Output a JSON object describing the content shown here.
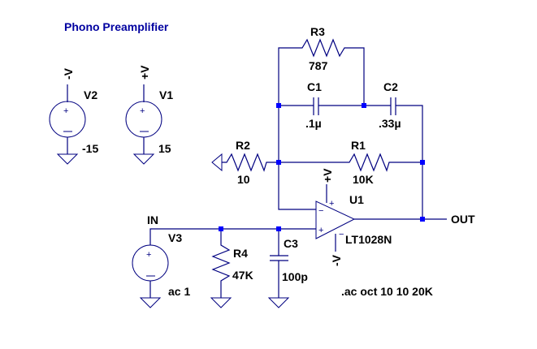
{
  "title": "Phono Preamplifier",
  "components": {
    "V1": {
      "name": "V1",
      "value": "15",
      "net": "+V",
      "net_rot": "V",
      "net_sign": "+"
    },
    "V2": {
      "name": "V2",
      "value": "-15",
      "net": "-V",
      "net_rot": "V",
      "net_sign": "-"
    },
    "V3": {
      "name": "V3",
      "value": "ac 1"
    },
    "R1": {
      "name": "R1",
      "value": "10K"
    },
    "R2": {
      "name": "R2",
      "value": "10"
    },
    "R3": {
      "name": "R3",
      "value": "787"
    },
    "R4": {
      "name": "R4",
      "value": "47K"
    },
    "C1": {
      "name": "C1",
      "value": ".1µ"
    },
    "C2": {
      "name": "C2",
      "value": ".33µ"
    },
    "C3": {
      "name": "C3",
      "value": "100p"
    },
    "U1": {
      "name": "U1",
      "value": "LT1028N"
    }
  },
  "nets": {
    "in": "IN",
    "out": "OUT"
  },
  "opamp_pins": {
    "plus": "+",
    "minus": "−"
  },
  "directive": ".ac oct 10 10 20K",
  "colors": {
    "wire": "#000080",
    "junction": "#0000ff",
    "title": "#0000a0"
  }
}
